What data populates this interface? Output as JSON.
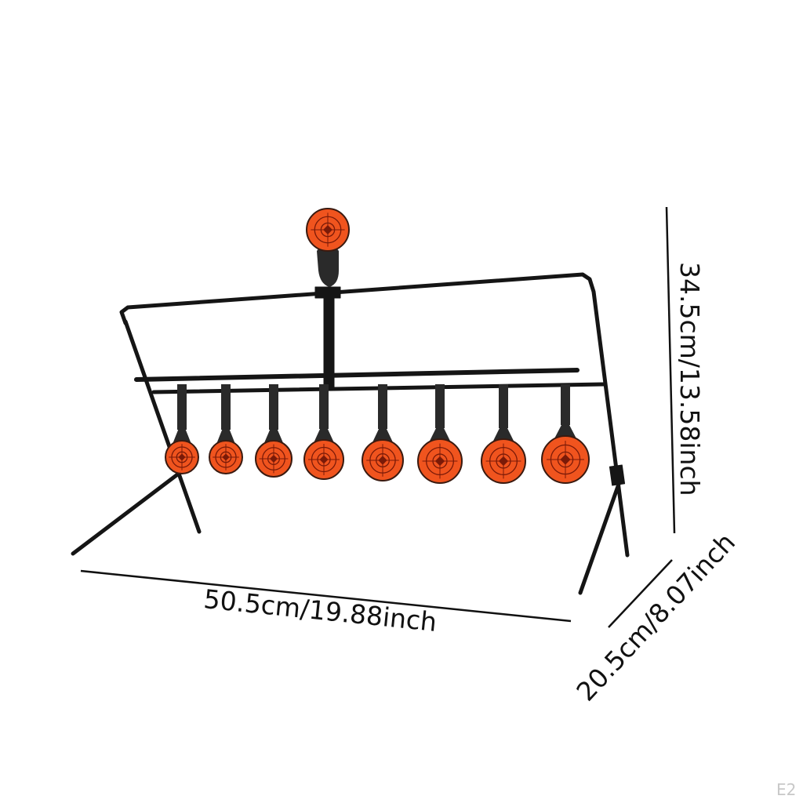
{
  "dimensions": {
    "width_label": "50.5cm/19.88inch",
    "height_label": "34.5cm/13.58inch",
    "depth_label": "20.5cm/8.07inch"
  },
  "watermark": "E2",
  "colors": {
    "target_orange": "#f0541e",
    "target_mark": "#7a1a08",
    "frame": "#151515",
    "paddle": "#2a2a2a"
  },
  "targets": {
    "top_count": 1,
    "row_count": 8
  }
}
